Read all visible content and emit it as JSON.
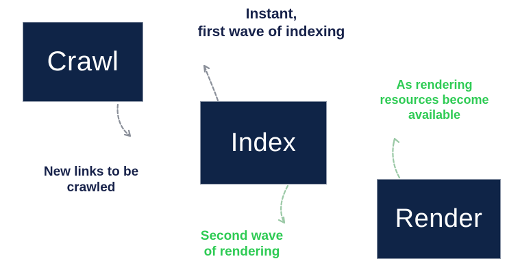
{
  "diagram": {
    "title_semantic": "crawl-index-render-waves",
    "background_color": "#ffffff",
    "nodes": [
      {
        "id": "crawl",
        "label": "Crawl",
        "box_color": "#0f2447",
        "text_color": "#ffffff"
      },
      {
        "id": "index",
        "label": "Index",
        "box_color": "#0f2447",
        "text_color": "#ffffff"
      },
      {
        "id": "render",
        "label": "Render",
        "box_color": "#0f2447",
        "text_color": "#ffffff"
      }
    ],
    "captions": [
      {
        "id": "instant",
        "text": "Instant,\nfirst wave of indexing",
        "color": "#17224a"
      },
      {
        "id": "new-links",
        "text": "New links to be\ncrawled",
        "color": "#17224a"
      },
      {
        "id": "rendering",
        "text": "As rendering\nresources become\navailable",
        "color": "#2ecb54"
      },
      {
        "id": "second-wave",
        "text": "Second wave\nof rendering",
        "color": "#2ecb54"
      }
    ],
    "arrows": [
      {
        "id": "crawl-to-index",
        "from": "crawl",
        "to": "index",
        "color": "#8a8f99",
        "style": "curved-dashed"
      },
      {
        "id": "index-to-crawl",
        "from": "index",
        "to": "crawl",
        "color": "#8a8f99",
        "style": "curved-dashed"
      },
      {
        "id": "index-to-render",
        "from": "index",
        "to": "render",
        "color": "#9bc9a6",
        "style": "curved-dashed"
      },
      {
        "id": "render-to-index",
        "from": "render",
        "to": "index",
        "color": "#9bc9a6",
        "style": "curved-dashed"
      }
    ]
  }
}
